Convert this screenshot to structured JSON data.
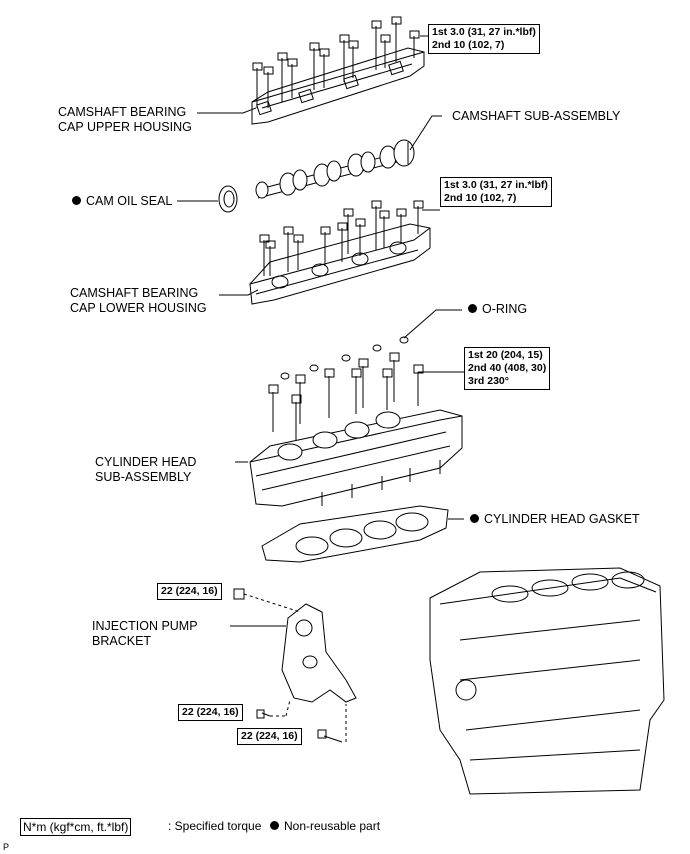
{
  "labels": {
    "upper_housing": [
      "CAMSHAFT BEARING",
      "CAP UPPER HOUSING"
    ],
    "camshaft": "CAMSHAFT SUB-ASSEMBLY",
    "cam_oil_seal": "CAM OIL SEAL",
    "lower_housing": [
      "CAMSHAFT BEARING",
      "CAP LOWER HOUSING"
    ],
    "o_ring": "O-RING",
    "cylinder_head": [
      "CYLINDER HEAD",
      "SUB-ASSEMBLY"
    ],
    "head_gasket": "CYLINDER HEAD GASKET",
    "pump_bracket": [
      "INJECTION PUMP",
      "BRACKET"
    ]
  },
  "torque": {
    "upper_housing": [
      "1st 3.0 (31, 27 in.*lbf)",
      "2nd 10 (102, 7)"
    ],
    "lower_housing": [
      "1st 3.0 (31, 27 in.*lbf)",
      "2nd 10 (102, 7)"
    ],
    "cylinder_head": [
      "1st 20 (204, 15)",
      "2nd 40 (408, 30)",
      "3rd 230°"
    ],
    "bracket_top": "22 (224, 16)",
    "bracket_mid": "22 (224, 16)",
    "bracket_low": "22 (224, 16)"
  },
  "legend": {
    "torque_unit": "N*m (kgf*cm, ft.*lbf)",
    "torque_text": ": Specified torque",
    "nonreusable_text": "Non-reusable part"
  },
  "corner_mark": "P"
}
